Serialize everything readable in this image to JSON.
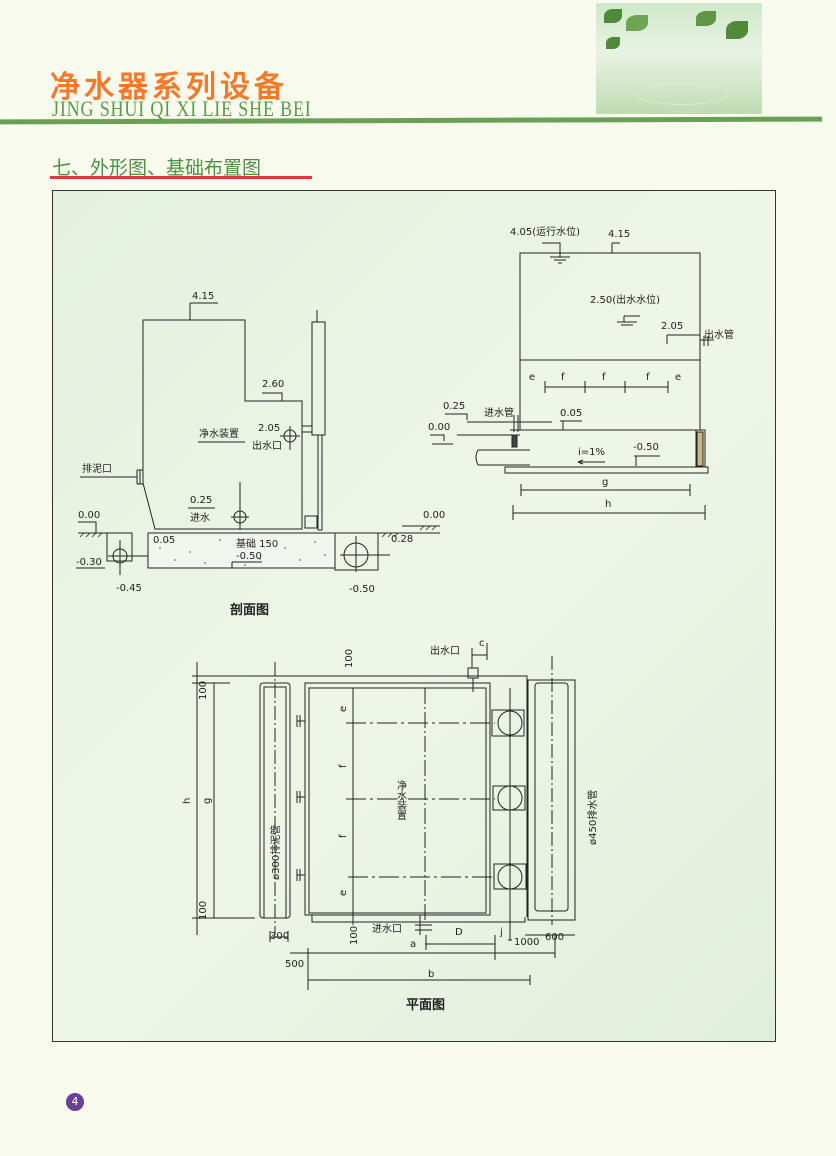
{
  "header": {
    "title_cn": "净水器系列设备",
    "title_en": "JING SHUI QI XI LIE SHE BEI"
  },
  "section_title": "七、外形图、基础布置图",
  "section_view": {
    "caption": "剖面图",
    "top_elev": "4.15",
    "step_elev": "2.60",
    "outlet_elev": "2.05",
    "outlet_label": "出水口",
    "device_label": "净水装置",
    "sludge_label": "排泥口",
    "inlet_elev": "0.25",
    "inlet_label": "进水",
    "ground_left": "0.00",
    "ground_right": "0.00",
    "found_offset": "0.05",
    "foundation_label": "基础 150",
    "found_bottom": "-0.50",
    "pit_left_top": "-0.30",
    "pit_left_bottom": "-0.45",
    "pit_right_bottom": "-0.50",
    "right_elev": "0.28"
  },
  "elevation_view": {
    "run_level": "4.05(运行水位)",
    "top_elev": "4.15",
    "out_level": "2.50(出水水位)",
    "outlet_elev": "2.05",
    "outlet_label": "出水管",
    "spacing": [
      "e",
      "f",
      "f",
      "f",
      "e"
    ],
    "inlet_elev": "0.25",
    "inlet_label": "进水管",
    "floor_elev": "0.05",
    "ground_elev": "0.00",
    "slope": "i=1%",
    "bottom_elev": "-0.50",
    "dim_g": "g",
    "dim_h": "h"
  },
  "plan_view": {
    "caption": "平面图",
    "outlet_label": "出水口",
    "dim_c": "c",
    "top_100": "100",
    "left_100_top": "100",
    "left_100_bottom": "100",
    "dim_h": "h",
    "dim_g": "g",
    "left_pipe": "ø300排泥管",
    "right_pipe": "ø450排水管",
    "device_label": "净水装置",
    "spacing_e1": "e",
    "spacing_f1": "f",
    "spacing_f2": "f",
    "spacing_e2": "e",
    "dim_300": "300",
    "dim_500": "500",
    "dim_100": "100",
    "inlet_label": "进水口",
    "dim_a": "a",
    "dim_D": "D",
    "dim_j": "j",
    "dim_1000": "1000",
    "dim_600": "600",
    "dim_b": "b"
  },
  "page_number": "4"
}
